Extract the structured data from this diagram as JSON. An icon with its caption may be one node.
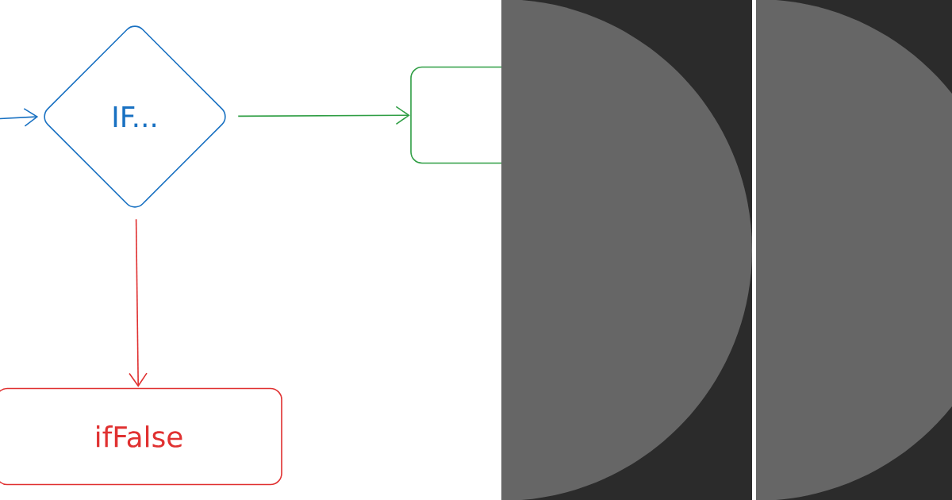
{
  "diagram": {
    "nodes": [
      {
        "text": [
          "IF..."
        ]
      },
      {
        "text": [],
        "shape": "box"
      },
      {
        "text": [
          "ifFalse"
        ]
      }
    ],
    "edges": [
      {
        "from": null,
        "to": 0,
        "arrow": "to",
        "color": "#1971c2"
      },
      {
        "from": 0,
        "to": 1,
        "arrow": "to",
        "color": "#2f9e44"
      },
      {
        "from": 0,
        "to": 2,
        "arrow": "to",
        "color": "#e03131"
      }
    ]
  }
}
